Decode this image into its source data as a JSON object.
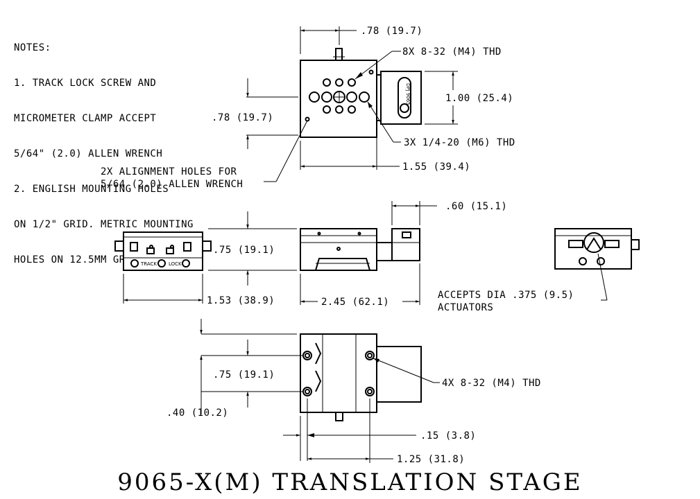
{
  "notes": {
    "header": "NOTES:",
    "lines": [
      "1. TRACK LOCK SCREW AND",
      "MICROMETER CLAMP ACCEPT",
      "5/64\" (2.0) ALLEN WRENCH",
      "2. ENGLISH MOUNTING HOLES",
      "ON 1/2\" GRID. METRIC MOUNTING",
      "HOLES ON 12.5MM GRID"
    ]
  },
  "top_view": {
    "dim_width_top": ".78 (19.7)",
    "callout_8x": "8X 8-32 (M4) THD",
    "dim_height_right": "1.00 (25.4)",
    "dim_left": ".78 (19.7)",
    "callout_3x": "3X 1/4-20 (M6) THD",
    "dim_width_bottom": "1.55 (39.4)",
    "callout_alignment_line1": "2X ALIGNMENT HOLES FOR",
    "callout_alignment_line2": "5/64 (2.0) ALLEN WRENCH",
    "micrometer_label": "DPJ 9065"
  },
  "side_views": {
    "dim_top_right": ".60 (15.1)",
    "dim_height": ".75 (19.1)",
    "dim_front_width": "1.53 (38.9)",
    "dim_side_length": "2.45 (62.1)",
    "callout_actuator_line1": "ACCEPTS DIA .375 (9.5)",
    "callout_actuator_line2": "ACTUATORS",
    "front_labels": [
      "TRACK",
      "LOCK"
    ]
  },
  "bottom_view": {
    "dim_spacing": ".75 (19.1)",
    "dim_offset": ".40 (10.2)",
    "callout_4x": "4X 8-32 (M4) THD",
    "dim_edge": ".15 (3.8)",
    "dim_hole_span": "1.25 (31.8)"
  },
  "title": "9065-X(M) TRANSLATION STAGE"
}
